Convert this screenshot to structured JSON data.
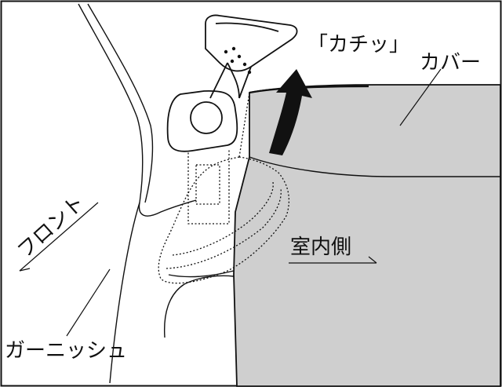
{
  "labels": {
    "click_sound": "「カチッ」",
    "cover": "カバー",
    "front": "フロント",
    "interior_side": "室内側",
    "garnish": "ガーニッシュ"
  },
  "colors": {
    "cover_fill": "#cfcfcf",
    "line": "#111111",
    "background": "#ffffff"
  }
}
